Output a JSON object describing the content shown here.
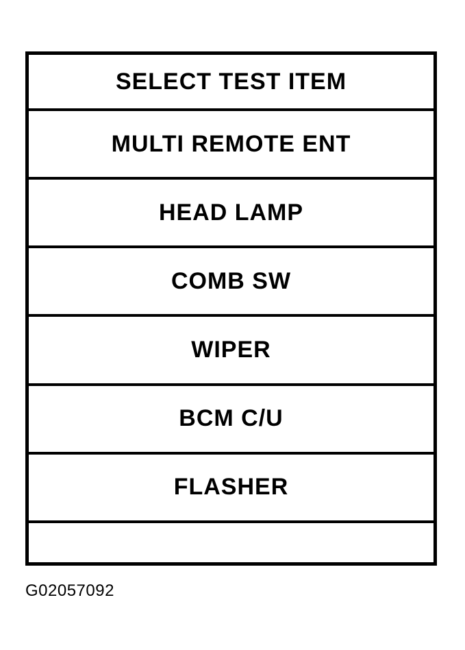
{
  "menu": {
    "title": "SELECT TEST ITEM",
    "items": [
      {
        "label": "MULTI REMOTE ENT"
      },
      {
        "label": "HEAD LAMP"
      },
      {
        "label": "COMB SW"
      },
      {
        "label": "WIPER"
      },
      {
        "label": "BCM C/U"
      },
      {
        "label": "FLASHER"
      },
      {
        "label": ""
      }
    ]
  },
  "figure": {
    "id": "G02057092"
  },
  "colors": {
    "foreground": "#000000",
    "background": "#ffffff"
  }
}
